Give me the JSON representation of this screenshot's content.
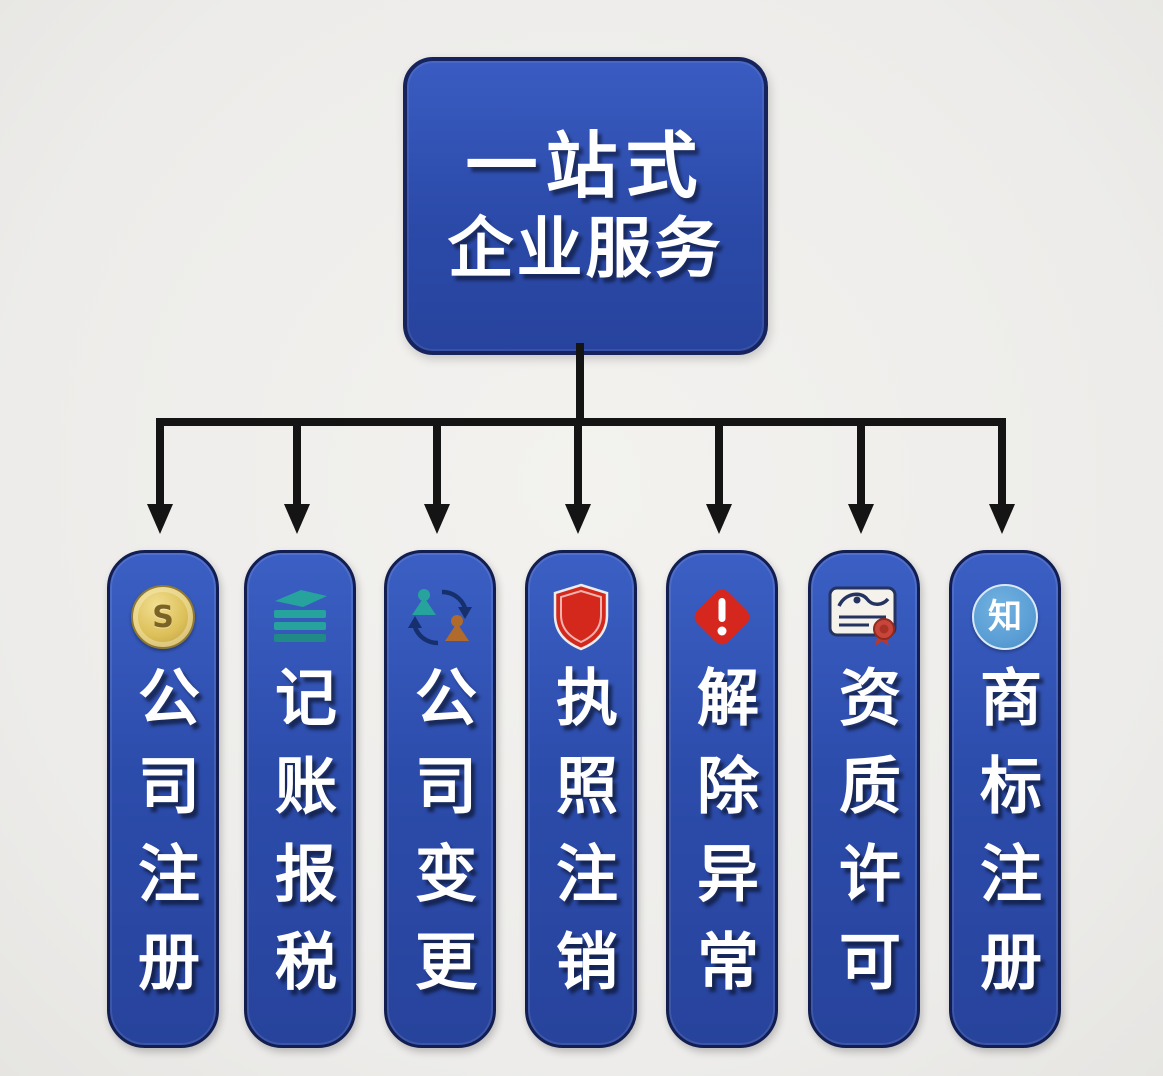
{
  "title": {
    "line1": "一站式",
    "line2": "企业服务"
  },
  "cards": [
    {
      "label": "公司注册",
      "icon": "coin-icon",
      "icon_char": "S"
    },
    {
      "label": "记账报税",
      "icon": "ledger-stack-icon"
    },
    {
      "label": "公司变更",
      "icon": "cycle-arrows-icon"
    },
    {
      "label": "执照注销",
      "icon": "shield-icon"
    },
    {
      "label": "解除异常",
      "icon": "alert-diamond-icon"
    },
    {
      "label": "资质许可",
      "icon": "certificate-icon"
    },
    {
      "label": "商标注册",
      "icon": "knowledge-circle-icon",
      "icon_char": "知"
    }
  ],
  "colors": {
    "card_blue": "#2c4cab",
    "border_navy": "#121e52",
    "connector_black": "#141414",
    "teal": "#27a39e",
    "red": "#d5271d",
    "gold": "#dcbf58",
    "light_blue": "#5b9fd6",
    "background": "#edecea"
  }
}
